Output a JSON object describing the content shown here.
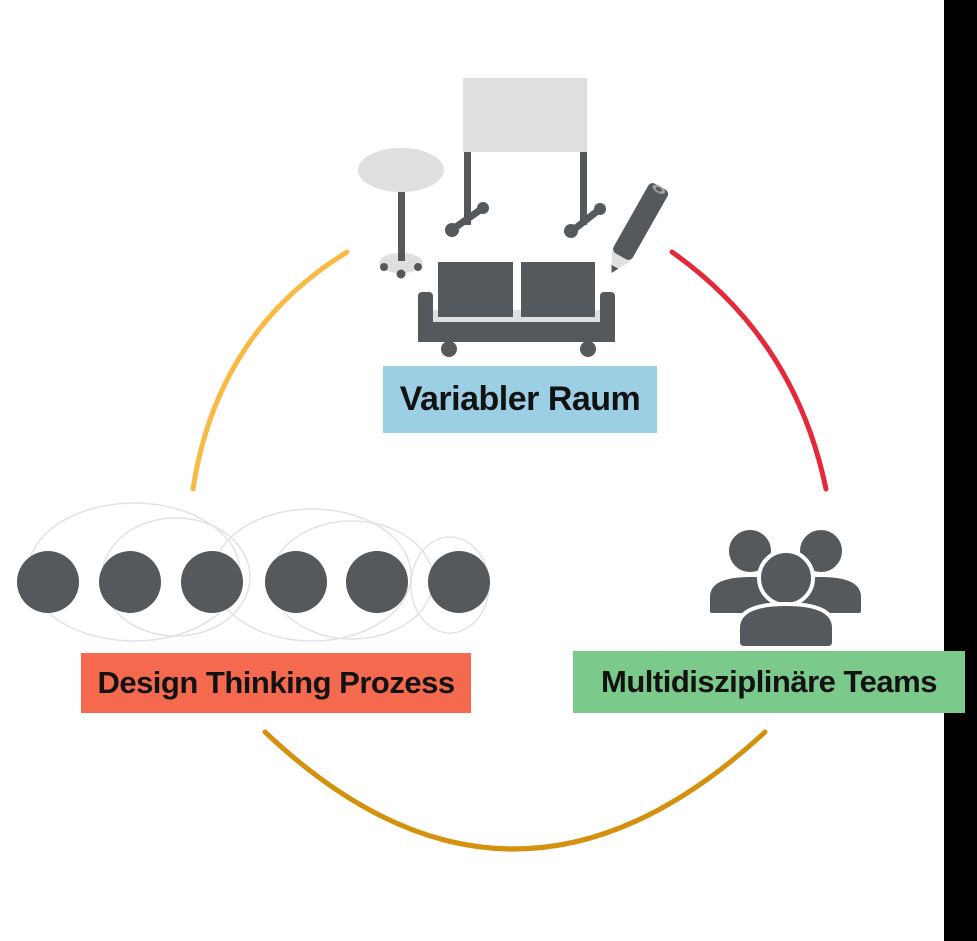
{
  "diagram": {
    "nodes": [
      {
        "id": "variable-room",
        "label": "Variabler Raum",
        "color": "#9CCEE4",
        "icon": "furniture-room-icon"
      },
      {
        "id": "design-thinking-process",
        "label": "Design Thinking Prozess",
        "color": "#F5694E",
        "icon": "process-circles-icon"
      },
      {
        "id": "multidisciplinary-teams",
        "label": "Multidisziplinäre Teams",
        "color": "#7CC98C",
        "icon": "people-group-icon"
      }
    ],
    "connectors": [
      {
        "from": "design-thinking-process",
        "to": "variable-room",
        "color": "#F8BA45"
      },
      {
        "from": "variable-room",
        "to": "multidisciplinary-teams",
        "color": "#E5293B"
      },
      {
        "from": "multidisciplinary-teams",
        "to": "design-thinking-process",
        "color": "#D3910E"
      }
    ],
    "icon_colors": {
      "dark": "#54595D",
      "light": "#DEDFE0",
      "loop": "#E2E2E2"
    },
    "right_bar_color": "#000000",
    "process_circle_count": 6
  }
}
